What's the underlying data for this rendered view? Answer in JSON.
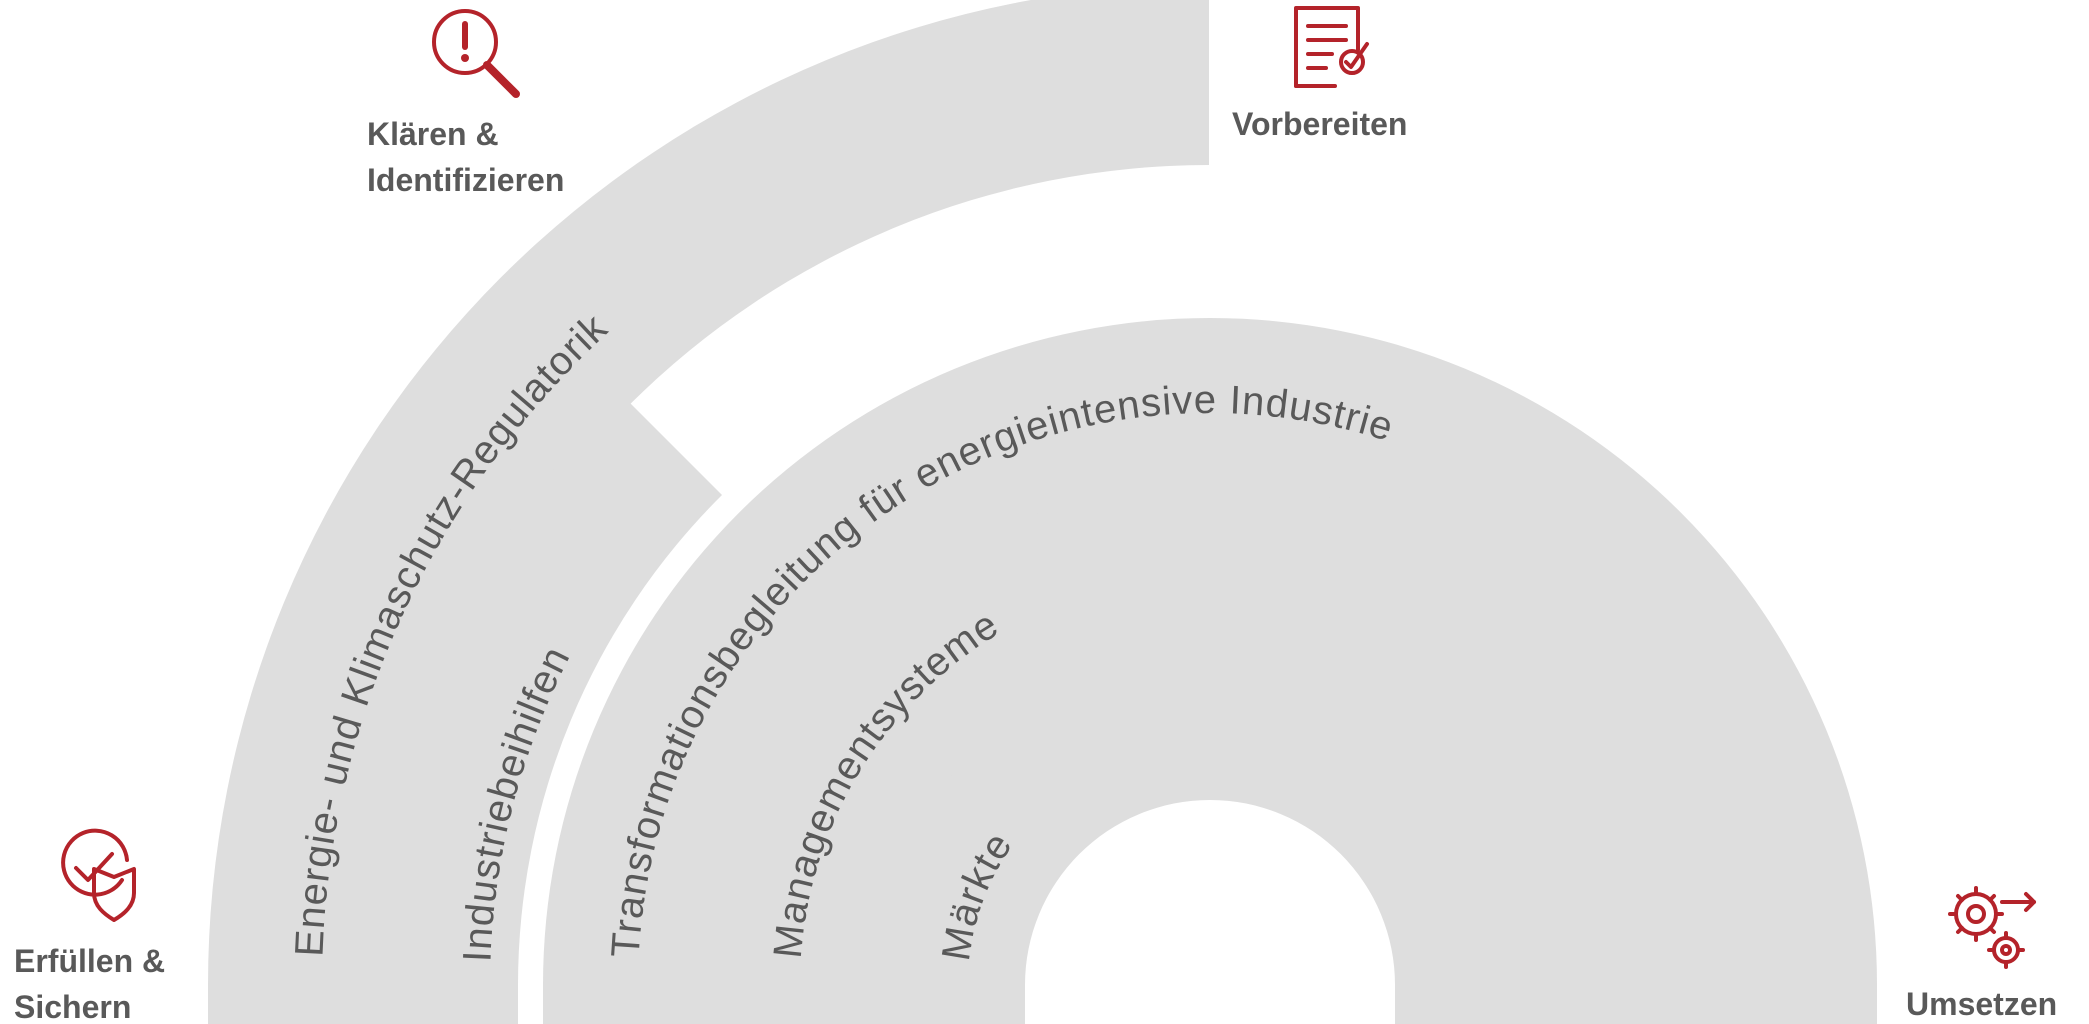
{
  "colors": {
    "band": "#dedede",
    "text": "#595959",
    "accent": "#b4232a"
  },
  "arcs": [
    {
      "label": "Energie- und Klimaschutz-Regulatorik"
    },
    {
      "label": "Industriebeihilfen"
    },
    {
      "label": "Transformationsbegleitung für energieintensive Industrie"
    },
    {
      "label": "Managementsysteme"
    },
    {
      "label": "Märkte"
    }
  ],
  "phases": {
    "klaeren": {
      "line1": "Klären &",
      "line2": "Identifizieren",
      "icon": "magnifier-alert-icon"
    },
    "vorbereiten": {
      "line1": "Vorbereiten",
      "icon": "checklist-document-icon"
    },
    "erfuellen": {
      "line1": "Erfüllen &",
      "line2": "Sichern",
      "icon": "shield-check-icon"
    },
    "umsetzen": {
      "line1": "Umsetzen",
      "icon": "gears-arrow-icon"
    }
  }
}
